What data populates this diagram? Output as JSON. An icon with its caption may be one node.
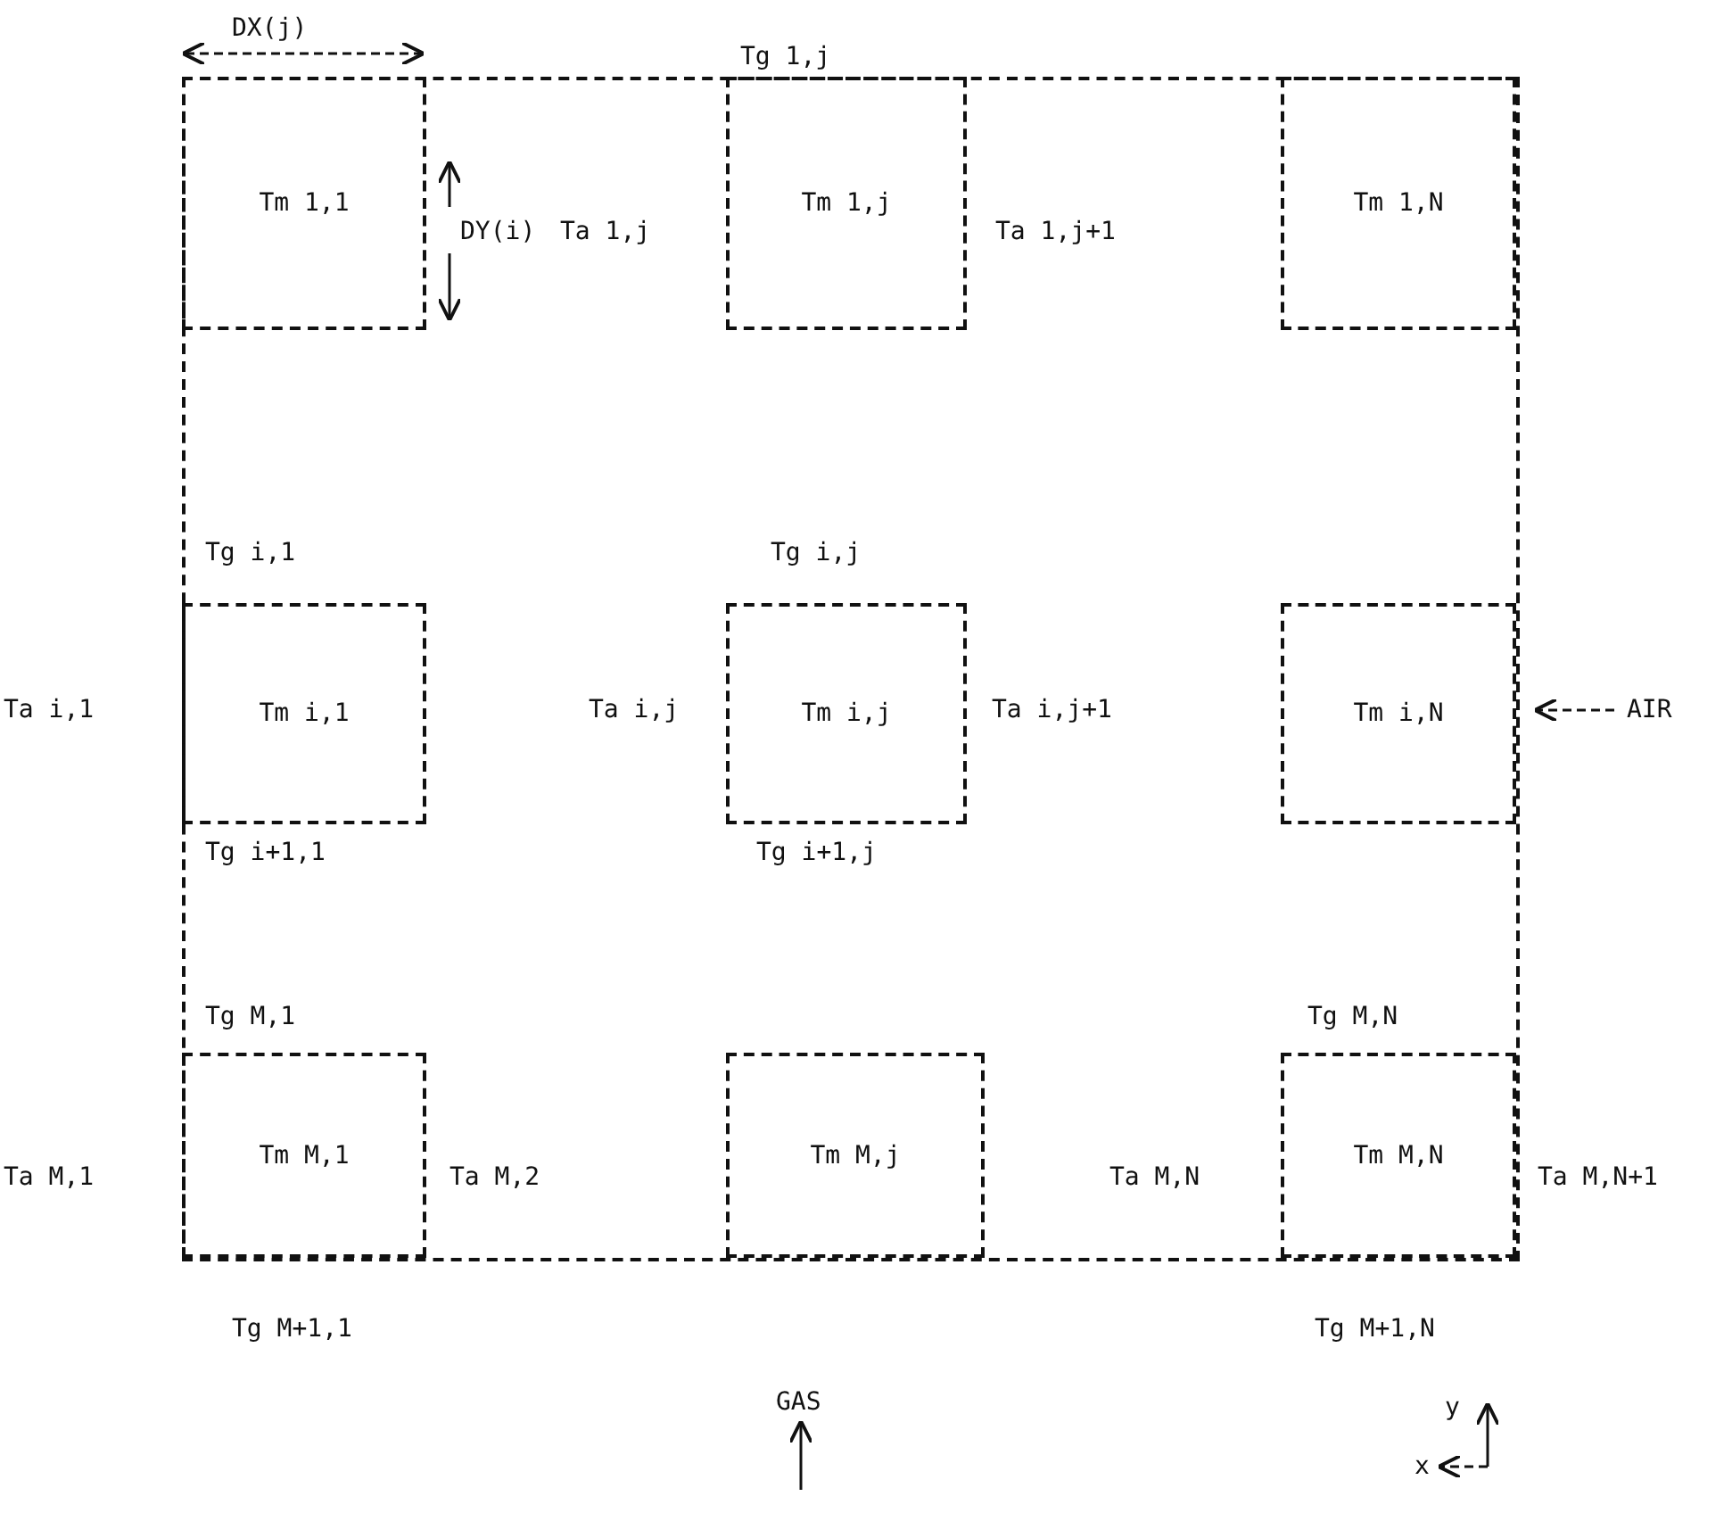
{
  "diagram": {
    "nodes": [
      {
        "text": [],
        "shape": "box"
      },
      {
        "text": [
          "Tm 1,1"
        ],
        "in": 0
      },
      {
        "text": [
          "Tm 1,j"
        ],
        "in": 0
      },
      {
        "text": [
          "Tm 1,N"
        ],
        "in": 0
      },
      {
        "text": [
          "Tm i,1"
        ],
        "in": 0
      },
      {
        "text": [
          "Tm i,j"
        ],
        "in": 0
      },
      {
        "text": [
          "Tm i,N"
        ],
        "in": 0
      },
      {
        "text": [
          "Tm M,1"
        ],
        "in": 0
      },
      {
        "text": [
          "Tm M,j"
        ],
        "in": 0
      },
      {
        "text": [
          "Tm M,N"
        ],
        "in": 0
      }
    ],
    "edges": [],
    "labels": [
      "DX(j)",
      "Tg 1,j",
      "DY(i)",
      "Ta 1,j",
      "Ta 1,j+1",
      "Tg i,1",
      "Tg i,j",
      "Ta i,1",
      "Ta i,j",
      "Ta i,j+1",
      "AIR",
      "Tg i+1,1",
      "Tg i+1,j",
      "Tg M,1",
      "Tg M,N",
      "Ta M,1",
      "Ta M,2",
      "Ta M,N",
      "Ta M,N+1",
      "Tg M+1,1",
      "Tg M+1,N",
      "GAS",
      "y",
      "x"
    ]
  }
}
